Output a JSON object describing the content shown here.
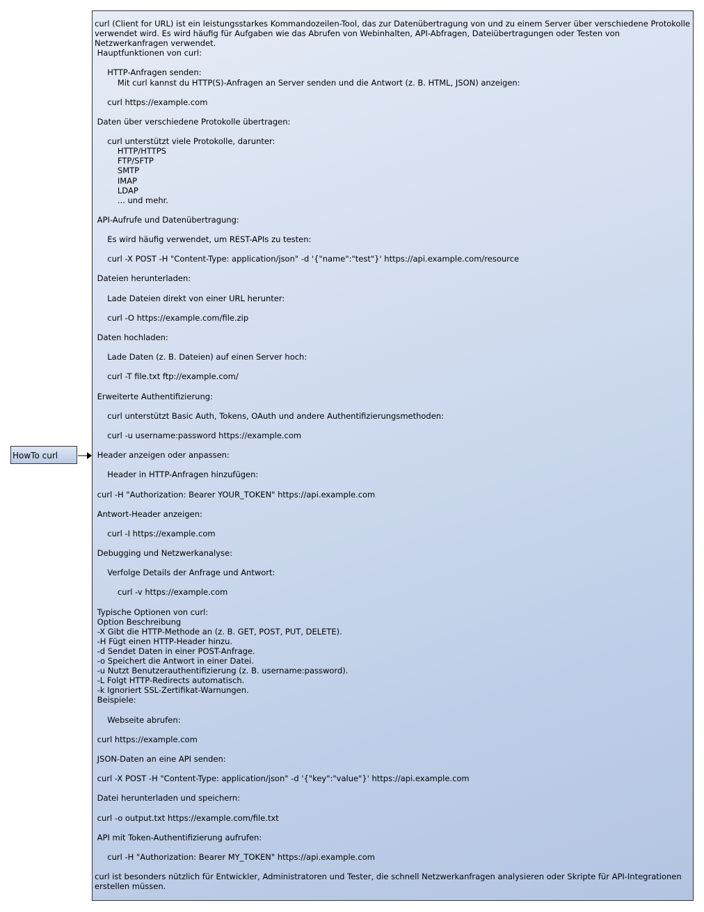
{
  "diagram": {
    "source_node": {
      "label": "HowTo curl"
    },
    "target_node": {
      "intro": "curl (Client for URL) ist ein leistungsstarkes Kommandozeilen-Tool, das zur Datenübertragung von und zu einem Server über verschiedene Protokolle verwendet wird. Es wird häufig für Aufgaben wie das Abrufen von Webinhalten, API-Abfragen, Dateiübertragungen oder Testen von Netzwerkanfragen verwendet.",
      "lines": [
        " Hauptfunktionen von curl:",
        "",
        "     HTTP-Anfragen senden:",
        "         Mit curl kannst du HTTP(S)-Anfragen an Server senden und die Antwort (z. B. HTML, JSON) anzeigen:",
        "",
        "     curl https://example.com",
        "",
        " Daten über verschiedene Protokolle übertragen:",
        "",
        "     curl unterstützt viele Protokolle, darunter:",
        "         HTTP/HTTPS",
        "         FTP/SFTP",
        "         SMTP",
        "         IMAP",
        "         LDAP",
        "         ... und mehr.",
        "",
        " API-Aufrufe und Datenübertragung:",
        "",
        "     Es wird häufig verwendet, um REST-APIs zu testen:",
        "",
        "     curl -X POST -H \"Content-Type: application/json\" -d '{\"name\":\"test\"}' https://api.example.com/resource",
        "",
        " Dateien herunterladen:",
        "",
        "     Lade Dateien direkt von einer URL herunter:",
        "",
        "     curl -O https://example.com/file.zip",
        "",
        " Daten hochladen:",
        "",
        "     Lade Daten (z. B. Dateien) auf einen Server hoch:",
        "",
        "     curl -T file.txt ftp://example.com/",
        "",
        " Erweiterte Authentifizierung:",
        "",
        "     curl unterstützt Basic Auth, Tokens, OAuth und andere Authentifizierungsmethoden:",
        "",
        "     curl -u username:password https://example.com",
        "",
        " Header anzeigen oder anpassen:",
        "",
        "     Header in HTTP-Anfragen hinzufügen:",
        "",
        " curl -H \"Authorization: Bearer YOUR_TOKEN\" https://api.example.com",
        "",
        " Antwort-Header anzeigen:",
        "",
        "     curl -I https://example.com",
        "",
        " Debugging und Netzwerkanalyse:",
        "",
        "     Verfolge Details der Anfrage und Antwort:",
        "",
        "         curl -v https://example.com",
        "",
        " Typische Optionen von curl:",
        " Option Beschreibung",
        " -X Gibt die HTTP-Methode an (z. B. GET, POST, PUT, DELETE).",
        " -H Fügt einen HTTP-Header hinzu.",
        " -d Sendet Daten in einer POST-Anfrage.",
        " -o Speichert die Antwort in einer Datei.",
        " -u Nutzt Benutzerauthentifizierung (z. B. username:password).",
        " -L Folgt HTTP-Redirects automatisch.",
        " -k Ignoriert SSL-Zertifikat-Warnungen.",
        " Beispiele:",
        "",
        "     Webseite abrufen:",
        "",
        " curl https://example.com",
        "",
        " JSON-Daten an eine API senden:",
        "",
        " curl -X POST -H \"Content-Type: application/json\" -d '{\"key\":\"value\"}' https://api.example.com",
        "",
        " Datei herunterladen und speichern:",
        "",
        " curl -o output.txt https://example.com/file.txt",
        "",
        " API mit Token-Authentifizierung aufrufen:",
        "",
        "     curl -H \"Authorization: Bearer MY_TOKEN\" https://api.example.com",
        ""
      ],
      "outro": " curl ist besonders nützlich für Entwickler, Administratoren und Tester, die schnell Netzwerkanfragen analysieren oder Skripte für API-Integrationen erstellen müssen."
    }
  }
}
